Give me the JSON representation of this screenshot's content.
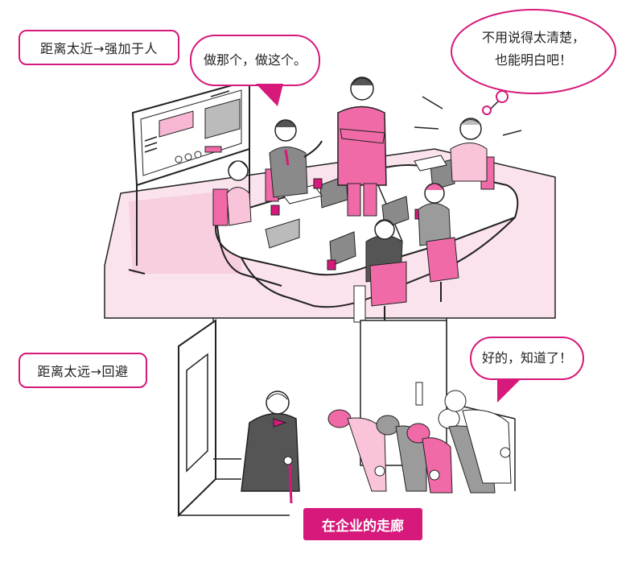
{
  "labels": {
    "too_close": "距离太近→强加于人",
    "too_far": "距离太远→回避"
  },
  "bubbles": {
    "boss_speech": "做那个，做这个。",
    "thought_line1": "不用说得太清楚，",
    "thought_line2": "也能明白吧！",
    "staff_reply": "好的，知道了！"
  },
  "caption": "在企业的走廊",
  "colors": {
    "accent": "#d6197a",
    "pink_fill": "#f06aa8",
    "light_pink": "#fbe3ee",
    "gray": "#9b9b9b",
    "dark_gray": "#555555"
  }
}
